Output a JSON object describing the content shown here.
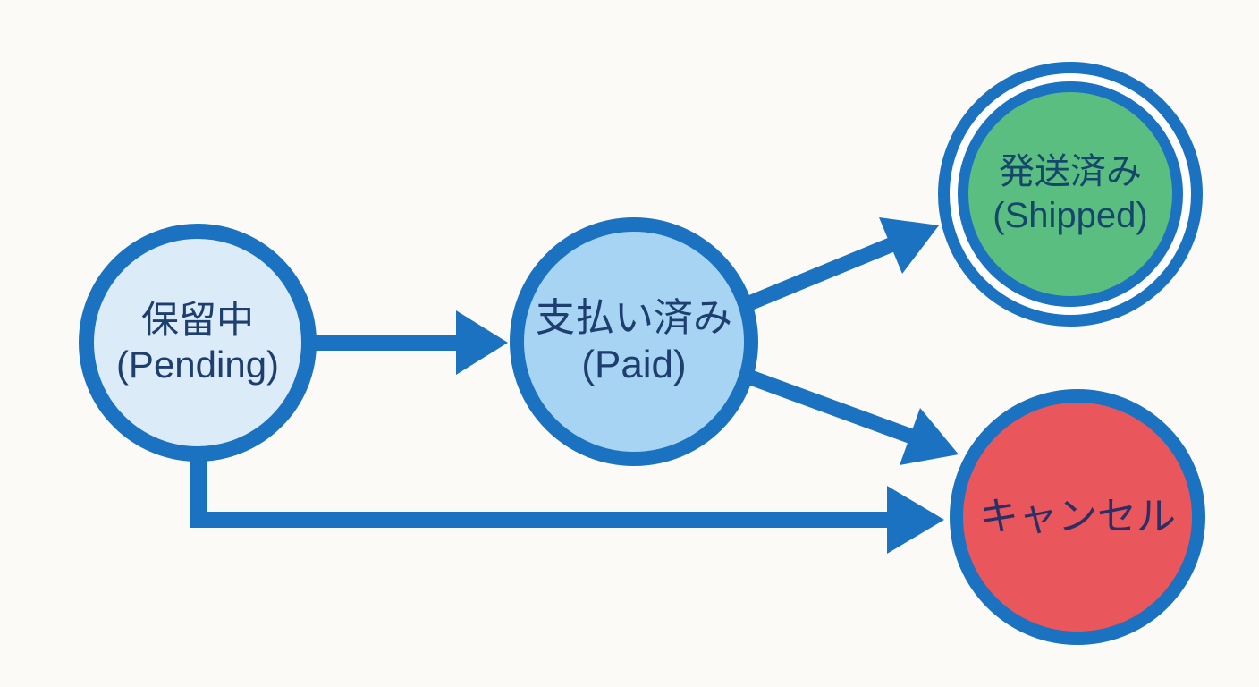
{
  "diagram": {
    "type": "state-machine",
    "nodes": {
      "pending": {
        "id": "pending",
        "label_ja": "保留中",
        "label_en": "(Pending)",
        "shape": "circle",
        "fill": "#dcebf8"
      },
      "paid": {
        "id": "paid",
        "label_ja": "支払い済み",
        "label_en": "(Paid)",
        "shape": "circle",
        "fill": "#a7d4f2"
      },
      "shipped": {
        "id": "shipped",
        "label_ja": "発送済み",
        "label_en": "(Shipped)",
        "shape": "double-ring-circle",
        "fill": "#5abe80"
      },
      "cancelled": {
        "id": "cancelled",
        "label_ja": "キャンセル",
        "label_en": "",
        "shape": "circle",
        "fill": "#e9565b"
      }
    },
    "edges": [
      {
        "from": "pending",
        "to": "paid"
      },
      {
        "from": "paid",
        "to": "shipped"
      },
      {
        "from": "paid",
        "to": "cancelled"
      },
      {
        "from": "pending",
        "to": "cancelled"
      }
    ]
  },
  "colors": {
    "blue": "#1b72c0",
    "bg": "#fbfaf7",
    "pending-fill": "#dcebf8",
    "paid-fill": "#a7d4f2",
    "shipped-fill": "#5abe80",
    "cancel-fill": "#e9565b",
    "text-navy": "#1d3e6f",
    "shipped-text": "#15466b",
    "cancel-text": "#2b2f66"
  }
}
